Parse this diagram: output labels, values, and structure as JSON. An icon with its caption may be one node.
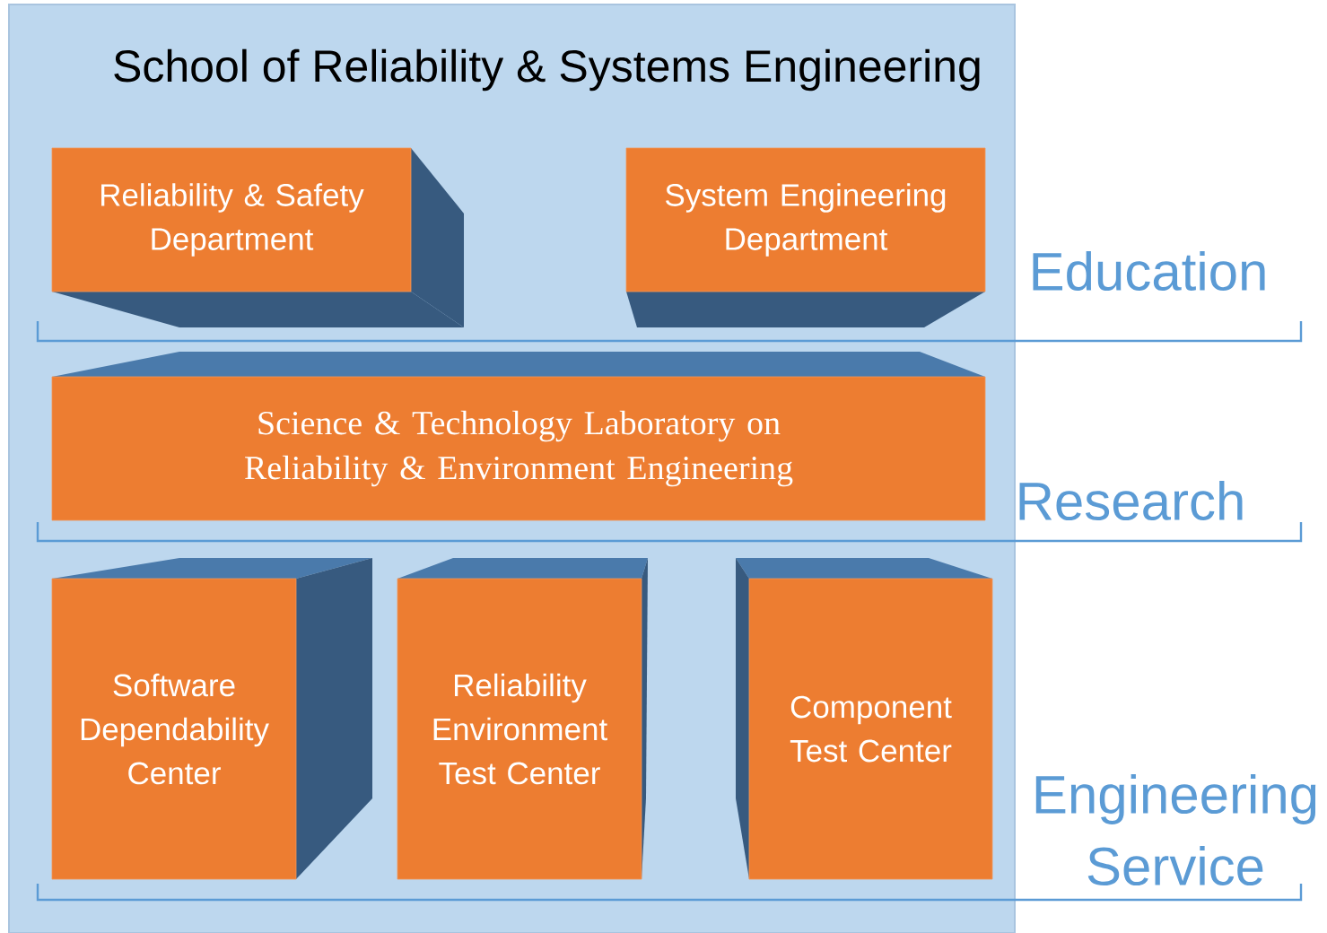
{
  "diagram": {
    "nodes": [
      {
        "text": [
          "School of Reliability & Systems Engineering"
        ]
      },
      {
        "text": [
          "Reliability & Safety Department"
        ],
        "in": 0
      },
      {
        "text": [
          "System Engineering Department"
        ],
        "in": 0
      },
      {
        "text": [
          "Science & Technology Laboratory on Reliability & Environment Engineering"
        ],
        "in": 0
      },
      {
        "text": [
          "Software Dependability Center"
        ],
        "in": 0
      },
      {
        "text": [
          "Reliability Environment Test Center"
        ],
        "in": 0
      },
      {
        "text": [
          "Component Test Center"
        ],
        "in": 0
      }
    ],
    "labels": [
      "Education",
      "Research",
      "Engineering Service"
    ]
  }
}
